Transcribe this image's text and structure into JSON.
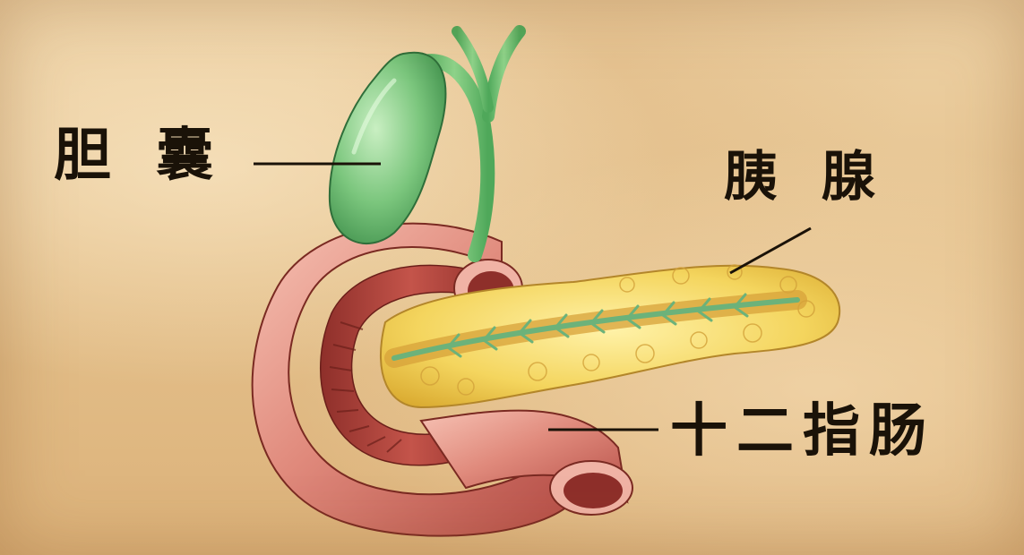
{
  "labels": {
    "gallbladder": "胆 囊",
    "pancreas": "胰 腺",
    "duodenum": "十二指肠"
  },
  "colors": {
    "background": "#e8c99a",
    "gallbladder": "#6fc07a",
    "pancreas": "#f3d15a",
    "duodenum": "#c9524a",
    "label_text": "#1a1208",
    "leader_line": "#1a1208"
  }
}
